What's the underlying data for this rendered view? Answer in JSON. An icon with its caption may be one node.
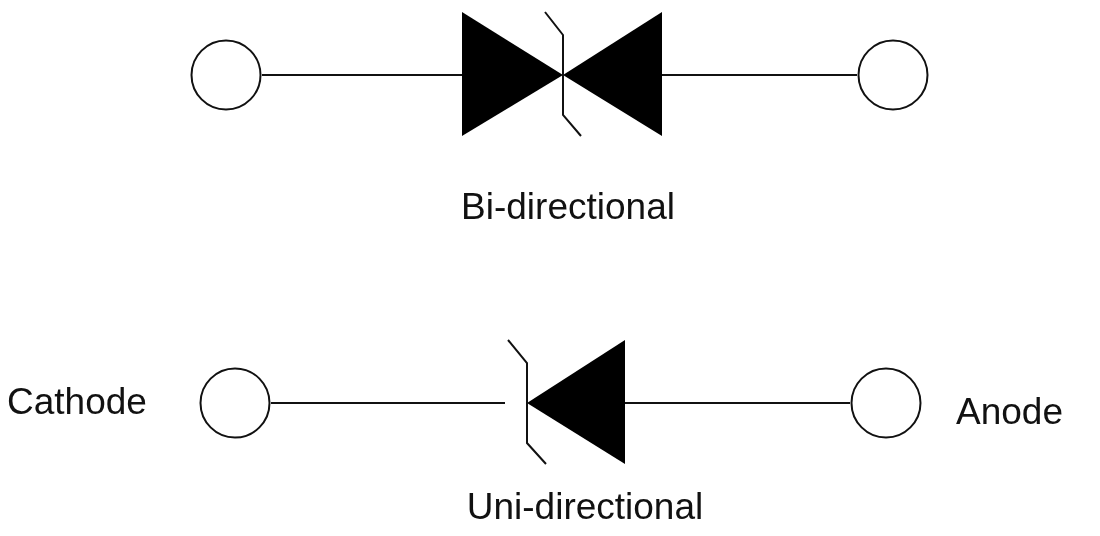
{
  "diagram": {
    "nodes": [
      {
        "text": [],
        "shape": "circle"
      },
      {
        "text": [],
        "shape": "diode",
        "beside": [
          "Bi-directional"
        ]
      },
      {
        "text": [],
        "shape": "circle"
      },
      {
        "text": [],
        "shape": "circle",
        "beside": [
          "Cathode"
        ]
      },
      {
        "text": [],
        "shape": "diode",
        "beside": [
          "Uni-directional"
        ]
      },
      {
        "text": [],
        "shape": "circle",
        "beside": [
          "Anode"
        ]
      }
    ],
    "edges": [
      {
        "from": 0,
        "to": 1,
        "arrow": "none"
      },
      {
        "from": 1,
        "to": 2,
        "arrow": "none"
      },
      {
        "from": 3,
        "to": 4,
        "arrow": "none"
      },
      {
        "from": 4,
        "to": 5,
        "arrow": "none"
      }
    ]
  }
}
